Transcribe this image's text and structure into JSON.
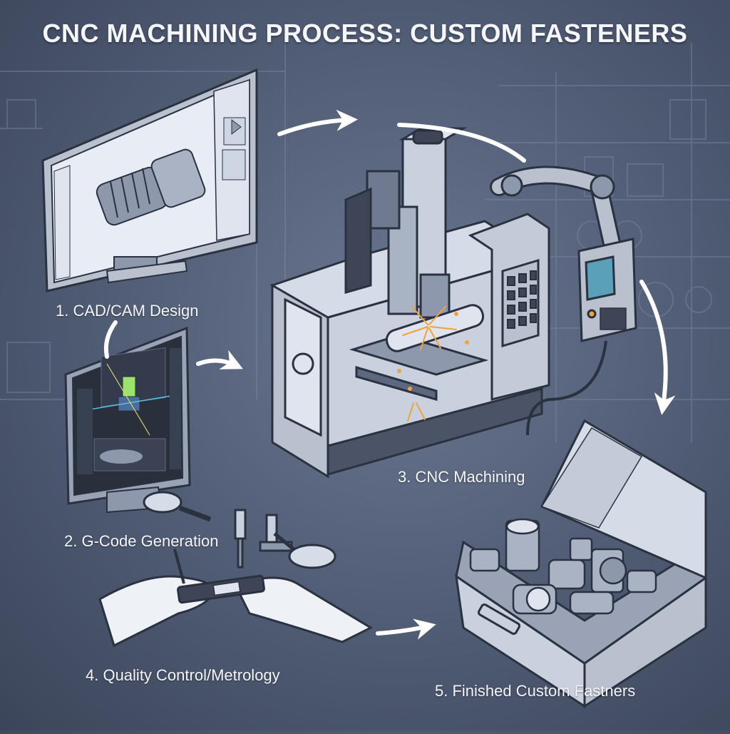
{
  "title": "CNC MACHINING PROCESS: CUSTOM FASTENERS",
  "steps": [
    {
      "label": "1. CAD/CAM Design"
    },
    {
      "label": "2. G-Code Generation"
    },
    {
      "label": "3. CNC Machining"
    },
    {
      "label": "4. Quality Control/Metrology"
    },
    {
      "label": "5. Finished Custom Fastners"
    }
  ],
  "colors": {
    "background": "#56627a",
    "line": "#2a3140",
    "machine": "#c9d0de",
    "machine_dark": "#8e98ac",
    "screen": "#e8ecf4",
    "dark_screen": "#2a2f3c",
    "arrow": "#ffffff",
    "spark": "#f2a23a"
  }
}
